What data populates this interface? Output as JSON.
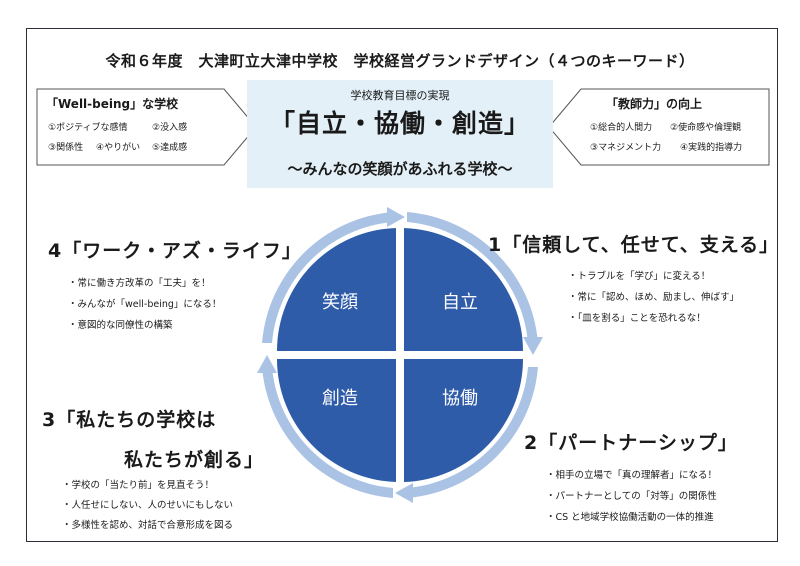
{
  "title": "令和６年度　大津町立大津中学校　学校経営グランドデザイン（４つのキーワード）",
  "left_panel": {
    "heading": "「Well-being」な学校",
    "items": [
      "①ポジティブな感情",
      "②没入感",
      "③関係性",
      "④やりがい",
      "⑤達成感"
    ]
  },
  "right_panel": {
    "heading": "「教師力」の向上",
    "items": [
      "①総合的人間力",
      "②使命感や倫理観",
      "③マネジメント力",
      "④実践的指導力"
    ]
  },
  "center": {
    "subtitle": "学校教育目標の実現",
    "goal": "「自立・協働・創造」",
    "slogan": "～みんなの笑顔があふれる学校～"
  },
  "quadrants": {
    "top_left": "笑顔",
    "top_right": "自立",
    "bottom_left": "創造",
    "bottom_right": "協働"
  },
  "keywords": {
    "k1": {
      "heading": "1「信頼して、任せて、支える」",
      "bullets": [
        "・トラブルを「学び」に変える！",
        "・常に「認め、ほめ、励まし、伸ばす」",
        "・「皿を割る」ことを恐れるな！"
      ]
    },
    "k2": {
      "heading": "2「パートナーシップ」",
      "bullets": [
        "・相手の立場で「真の理解者」になる！",
        "・パートナーとしての「対等」の関係性",
        "・CS と地域学校協働活動の一体的推進"
      ]
    },
    "k3": {
      "heading_line1": "3「私たちの学校は",
      "heading_line2": "私たちが創る」",
      "bullets": [
        "・学校の「当たり前」を見直そう！",
        "・人任せにしない、人のせいにもしない",
        "・多様性を認め、対話で合意形成を図る"
      ]
    },
    "k4": {
      "heading": "4「ワーク・アズ・ライフ」",
      "bullets": [
        "・常に働き方改革の「工夫」を！",
        "・みんなが「well-being」になる！",
        "・意図的な同僚性の構築"
      ]
    }
  },
  "colors": {
    "quadrant_fill": "#2f5ca8",
    "arrow_ring": "#aac3e5",
    "center_box": "#e3f0f7",
    "frame": "#2b2f3a"
  }
}
